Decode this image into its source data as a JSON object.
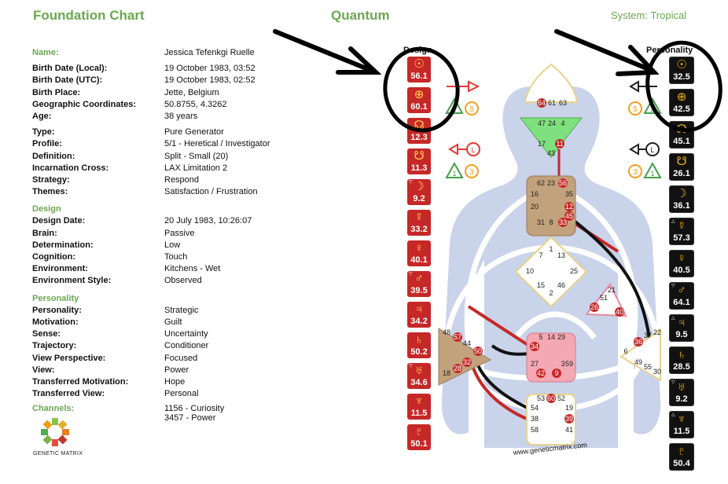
{
  "header": {
    "title": "Foundation Chart",
    "center": "Quantum",
    "system": "System: Tropical"
  },
  "profile": {
    "rows": [
      {
        "label": "Name:",
        "value": "Jessica Tefenkgi Ruelle",
        "green": true
      },
      {
        "label": "Birth Date (Local):",
        "value": "19 October 1983, 03:52"
      },
      {
        "label": "Birth Date (UTC):",
        "value": "19 October 1983, 02:52"
      },
      {
        "label": "Birth Place:",
        "value": "Jette, Belgium"
      },
      {
        "label": "Geographic Coordinates:",
        "value": "50.8755, 4.3262"
      },
      {
        "label": "Age:",
        "value": "38 years"
      }
    ],
    "rows2": [
      {
        "label": "Type:",
        "value": "Pure Generator"
      },
      {
        "label": "Profile:",
        "value": "5/1 - Heretical / Investigator"
      },
      {
        "label": "Definition:",
        "value": "Split - Small (20)"
      },
      {
        "label": "Incarnation Cross:",
        "value": "LAX Limitation 2"
      },
      {
        "label": "Strategy:",
        "value": "Respond"
      },
      {
        "label": "Themes:",
        "value": "Satisfaction / Frustration"
      }
    ],
    "design_title": "Design",
    "design_rows": [
      {
        "label": "Design Date:",
        "value": "20 July 1983, 10:26:07"
      },
      {
        "label": "Brain:",
        "value": "Passive"
      },
      {
        "label": "Determination:",
        "value": "Low"
      },
      {
        "label": "Cognition:",
        "value": "Touch"
      },
      {
        "label": "Environment:",
        "value": "Kitchens - Wet"
      },
      {
        "label": "Environment Style:",
        "value": "Observed"
      }
    ],
    "personality_title": "Personality",
    "personality_rows": [
      {
        "label": "Personality:",
        "value": "Strategic"
      },
      {
        "label": "Motivation:",
        "value": "Guilt"
      },
      {
        "label": "Sense:",
        "value": "Uncertainty"
      },
      {
        "label": "Trajectory:",
        "value": "Conditioner"
      },
      {
        "label": "View Perspective:",
        "value": "Focused"
      },
      {
        "label": "View:",
        "value": "Power"
      },
      {
        "label": "Transferred Motivation:",
        "value": "Hope"
      },
      {
        "label": "Transferred View:",
        "value": "Personal"
      }
    ],
    "channels_label": "Channels:",
    "channels": [
      "1156 - Curiosity",
      "3457 - Power"
    ]
  },
  "logo_text": "GENETIC MATRIX",
  "design_head": "Design",
  "personality_head": "Personality",
  "design_col": [
    {
      "glyph": "☉",
      "value": "56.1"
    },
    {
      "glyph": "⊕",
      "value": "60.1"
    },
    {
      "glyph": "☊",
      "value": "12.3"
    },
    {
      "glyph": "☋",
      "value": "11.3"
    },
    {
      "glyph": "☽",
      "value": "9.2",
      "mark": "▽"
    },
    {
      "glyph": "☿",
      "value": "33.2"
    },
    {
      "glyph": "♀",
      "value": "40.1"
    },
    {
      "glyph": "♂",
      "value": "39.5",
      "mark": "▽"
    },
    {
      "glyph": "♃",
      "value": "34.2"
    },
    {
      "glyph": "♄",
      "value": "50.2"
    },
    {
      "glyph": "♅",
      "value": "34.6",
      "mark": "▽"
    },
    {
      "glyph": "♆",
      "value": "11.5"
    },
    {
      "glyph": "♇",
      "value": "50.1"
    }
  ],
  "personality_col": [
    {
      "glyph": "☉",
      "value": "32.5"
    },
    {
      "glyph": "⊕",
      "value": "42.5"
    },
    {
      "glyph": "☊",
      "value": "45.1"
    },
    {
      "glyph": "☋",
      "value": "26.1"
    },
    {
      "glyph": "☽",
      "value": "36.1"
    },
    {
      "glyph": "☿",
      "value": "57.3",
      "mark": "△"
    },
    {
      "glyph": "♀",
      "value": "40.5"
    },
    {
      "glyph": "♂",
      "value": "64.1",
      "mark": "▽"
    },
    {
      "glyph": "♃",
      "value": "9.5",
      "mark": "△"
    },
    {
      "glyph": "♄",
      "value": "28.5"
    },
    {
      "glyph": "♅",
      "value": "9.2",
      "mark": "▽"
    },
    {
      "glyph": "♆",
      "value": "11.5",
      "mark": "△"
    },
    {
      "glyph": "♇",
      "value": "50.4"
    }
  ],
  "variables": {
    "design_top": {
      "circle": "5",
      "triangle": "1"
    },
    "design_bottom": {
      "circle": "3",
      "triangle": "1",
      "letter": "L"
    },
    "personality_top": {
      "circle": "5",
      "triangle": "2"
    },
    "personality_bottom": {
      "circle": "3",
      "triangle": "1",
      "letter": "L"
    }
  },
  "centers": {
    "head": [
      "64",
      "61",
      "63"
    ],
    "ajna": [
      "47",
      "24",
      "4",
      "17",
      "11",
      "43"
    ],
    "throat": [
      "62",
      "23",
      "56",
      "16",
      "35",
      "20",
      "12",
      "45",
      "31",
      "8",
      "33"
    ],
    "g": [
      "1",
      "7",
      "13",
      "10",
      "25",
      "15",
      "2",
      "46"
    ],
    "heart": [
      "21",
      "51",
      "26",
      "40"
    ],
    "spleen": [
      "48",
      "57",
      "44",
      "50",
      "32",
      "28",
      "18"
    ],
    "sacral": [
      "5",
      "14",
      "29",
      "34",
      "27",
      "42",
      "3",
      "9",
      "59"
    ],
    "solar": [
      "37",
      "22",
      "36",
      "6",
      "49",
      "55",
      "30"
    ],
    "root": [
      "53",
      "60",
      "52",
      "54",
      "19",
      "38",
      "39",
      "58",
      "41"
    ]
  },
  "watermark": "www.geneticmatrix.com",
  "colors": {
    "green": "#6aa84f",
    "design_red": "#c62828",
    "personality_black": "#111111",
    "silhouette": "#c9d3ea"
  }
}
